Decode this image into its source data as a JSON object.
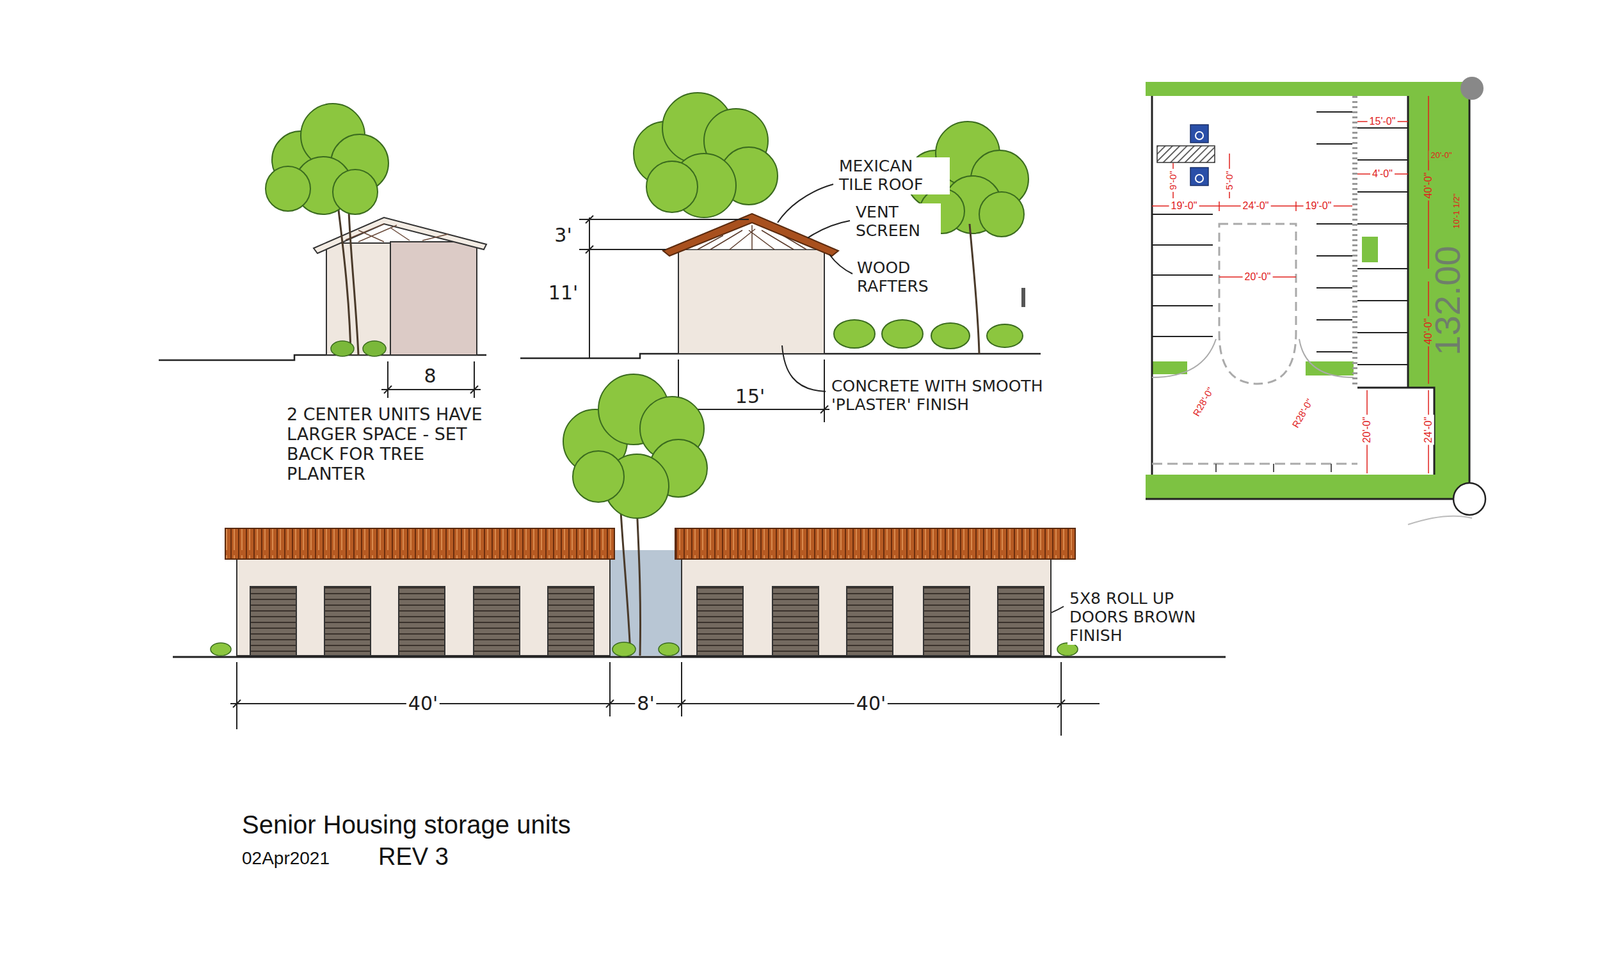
{
  "diagram": {
    "title": "Senior Housing storage units",
    "labels": [
      "2 CENTER UNITS HAVE LARGER SPACE - SET BACK FOR TREE PLANTER",
      "8",
      "3'",
      "11'",
      "MEXICAN TILE ROOF",
      "VENT SCREEN",
      "WOOD RAFTERS",
      "15'",
      "CONCRETE WITH SMOOTH 'PLASTER' FINISH",
      "5X8 ROLL UP DOORS BROWN FINISH",
      "40'",
      "8'",
      "40'",
      "15'-0\"",
      "20'-0\"",
      "40'-0\"",
      "10'-1 1/2\"",
      "4'-0\"",
      "9'-0\"",
      "5'-0\"",
      "19'-0\"",
      "24'-0\"",
      "19'-0\"",
      "20'-0\"",
      "40'-0\"",
      "R28'-0\"",
      "R28'-0\"",
      "20'-0\"",
      "24'-0\"",
      "132.00",
      "02Apr2021",
      "REV 3"
    ]
  }
}
